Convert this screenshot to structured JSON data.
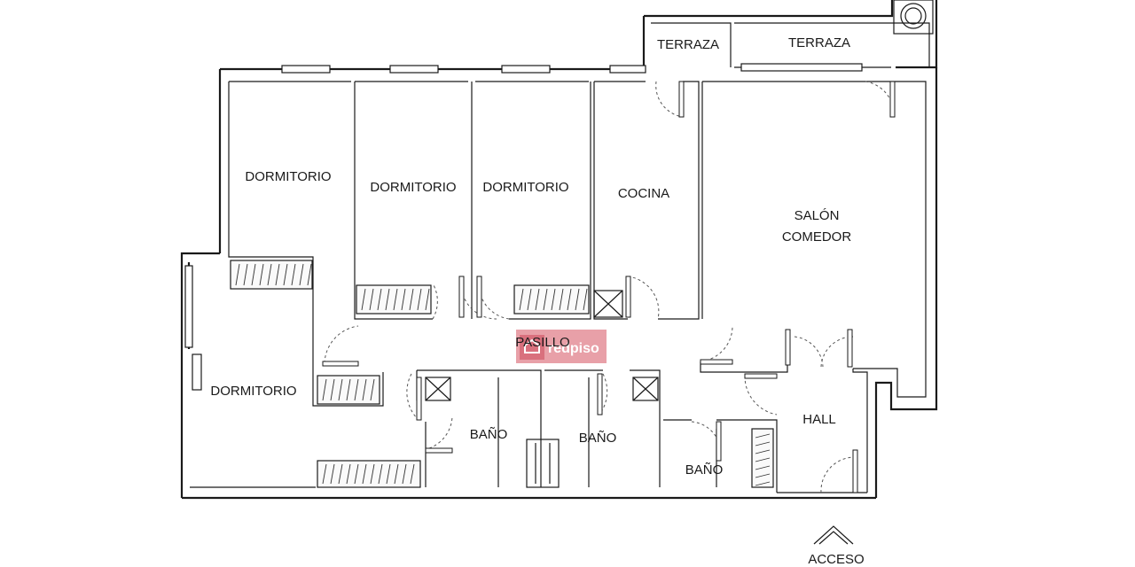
{
  "rooms": {
    "terraza_1": "TERRAZA",
    "terraza_2": "TERRAZA",
    "dormitorio_1": "DORMITORIO",
    "dormitorio_2": "DORMITORIO",
    "dormitorio_3": "DORMITORIO",
    "dormitorio_4": "DORMITORIO",
    "cocina": "COCINA",
    "salon_line1": "SALÓN",
    "salon_line2": "COMEDOR",
    "pasillo": "PASILLO",
    "bano_1": "BAÑO",
    "bano_2": "BAÑO",
    "bano_3": "BAÑO",
    "hall": "HALL",
    "acceso": "ACCESO"
  },
  "watermark": "redpiso",
  "colors": {
    "wall": "#1a1a1a",
    "watermark": "#e8a0a8"
  }
}
